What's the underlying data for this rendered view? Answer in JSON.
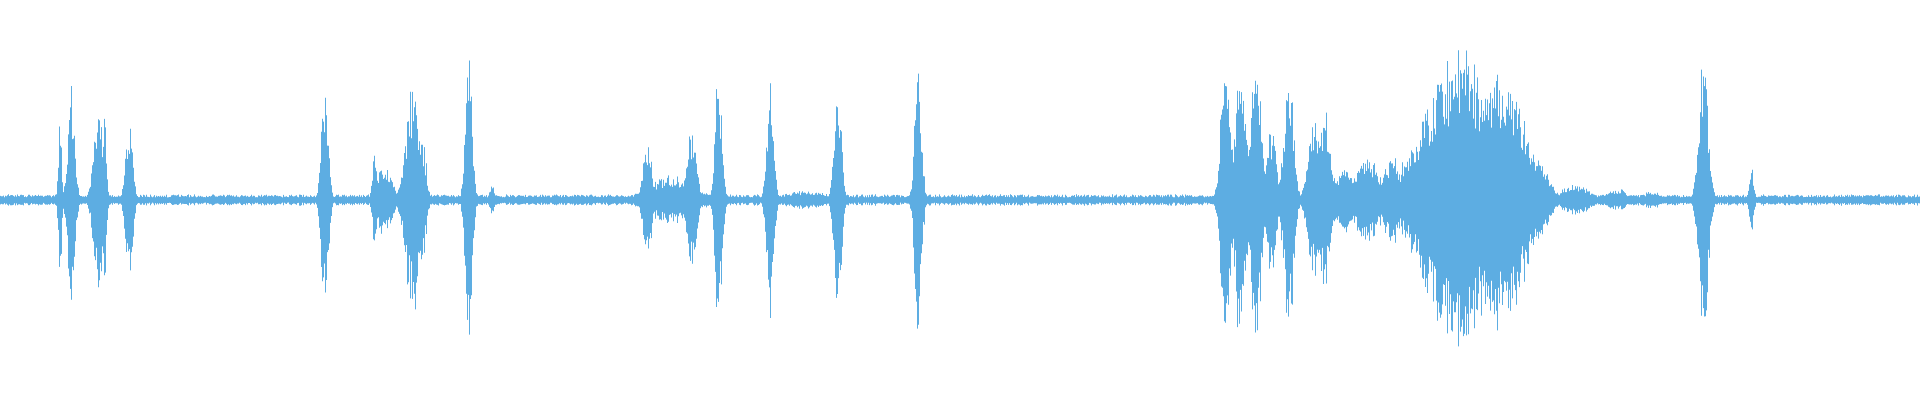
{
  "waveform": {
    "color": "#5dade2",
    "background": "#ffffff",
    "noise_floor": 0.025,
    "bursts": [
      {
        "t": 0.031,
        "amp": 0.45,
        "width": 0.0015
      },
      {
        "t": 0.037,
        "amp": 0.62,
        "width": 0.003
      },
      {
        "t": 0.051,
        "amp": 0.52,
        "width": 0.004
      },
      {
        "t": 0.054,
        "amp": 0.48,
        "width": 0.002
      },
      {
        "t": 0.067,
        "amp": 0.46,
        "width": 0.003
      },
      {
        "t": 0.169,
        "amp": 0.66,
        "width": 0.003
      },
      {
        "t": 0.195,
        "amp": 0.26,
        "width": 0.002
      },
      {
        "t": 0.2,
        "amp": 0.2,
        "width": 0.006
      },
      {
        "t": 0.215,
        "amp": 0.65,
        "width": 0.006
      },
      {
        "t": 0.22,
        "amp": 0.36,
        "width": 0.003
      },
      {
        "t": 0.244,
        "amp": 0.78,
        "width": 0.003
      },
      {
        "t": 0.256,
        "amp": 0.1,
        "width": 0.002
      },
      {
        "t": 0.337,
        "amp": 0.3,
        "width": 0.004
      },
      {
        "t": 0.35,
        "amp": 0.13,
        "width": 0.02
      },
      {
        "t": 0.36,
        "amp": 0.42,
        "width": 0.004
      },
      {
        "t": 0.374,
        "amp": 0.72,
        "width": 0.003
      },
      {
        "t": 0.401,
        "amp": 0.64,
        "width": 0.003
      },
      {
        "t": 0.42,
        "amp": 0.05,
        "width": 0.02
      },
      {
        "t": 0.436,
        "amp": 0.74,
        "width": 0.003
      },
      {
        "t": 0.478,
        "amp": 0.72,
        "width": 0.003
      },
      {
        "t": 0.638,
        "amp": 0.82,
        "width": 0.004
      },
      {
        "t": 0.646,
        "amp": 0.8,
        "width": 0.005
      },
      {
        "t": 0.654,
        "amp": 0.88,
        "width": 0.004
      },
      {
        "t": 0.662,
        "amp": 0.42,
        "width": 0.004
      },
      {
        "t": 0.671,
        "amp": 0.8,
        "width": 0.004
      },
      {
        "t": 0.684,
        "amp": 0.45,
        "width": 0.005
      },
      {
        "t": 0.69,
        "amp": 0.52,
        "width": 0.005
      },
      {
        "t": 0.7,
        "amp": 0.18,
        "width": 0.008
      },
      {
        "t": 0.712,
        "amp": 0.26,
        "width": 0.01
      },
      {
        "t": 0.725,
        "amp": 0.24,
        "width": 0.008
      },
      {
        "t": 0.738,
        "amp": 0.2,
        "width": 0.006
      },
      {
        "t": 0.76,
        "amp": 0.8,
        "width": 0.03
      },
      {
        "t": 0.782,
        "amp": 0.72,
        "width": 0.02
      },
      {
        "t": 0.8,
        "amp": 0.24,
        "width": 0.01
      },
      {
        "t": 0.82,
        "amp": 0.09,
        "width": 0.012
      },
      {
        "t": 0.842,
        "amp": 0.06,
        "width": 0.01
      },
      {
        "t": 0.86,
        "amp": 0.05,
        "width": 0.008
      },
      {
        "t": 0.887,
        "amp": 0.78,
        "width": 0.004
      },
      {
        "t": 0.912,
        "amp": 0.2,
        "width": 0.002
      }
    ]
  }
}
